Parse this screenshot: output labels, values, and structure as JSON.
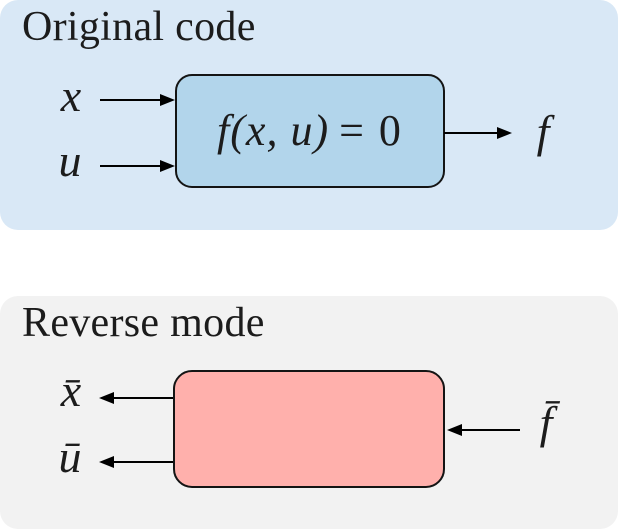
{
  "colors": {
    "page_bg": "#ffffff",
    "original_panel_bg": "#d9e8f6",
    "function_box_fill": "#b2d5eb",
    "reverse_panel_bg": "#f2f2f2",
    "reverse_box_fill": "#ffb0ac",
    "box_border": "#141414",
    "arrow": "#000000",
    "text": "#1c1c1c"
  },
  "original_panel": {
    "title": "Original code",
    "function_box": {
      "formula_lhs": "f(x, u)",
      "formula_rhs": "= 0"
    },
    "input_labels": {
      "x": "x",
      "u": "u"
    },
    "output_label": "f"
  },
  "reverse_panel": {
    "title": "Reverse mode",
    "output_labels": {
      "xbar": "x̄",
      "ubar": "ū"
    },
    "input_label": "f̄"
  }
}
